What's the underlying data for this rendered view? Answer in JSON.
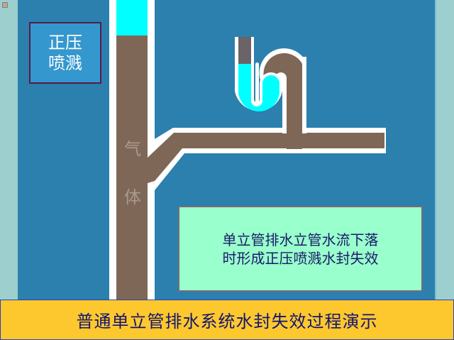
{
  "window": {
    "app_icon": "presentation-icon"
  },
  "label_box": {
    "line1": "正压",
    "line2": "喷溅"
  },
  "diagram": {
    "gas_label_1": "气",
    "gas_label_2": "体",
    "colors": {
      "background": "#2b80ae",
      "side_margin": "#9dcfce",
      "pipe_wall": "#ffffff",
      "pipe_fill": "#7f6757",
      "water": "#00ffff",
      "air_in_trap": "#6a6468"
    }
  },
  "info_box": {
    "line1": "单立管排水立管水流下落",
    "line2": "时形成正压喷溅水封失效"
  },
  "title_banner": {
    "text": "普通单立管排水系统水封失效过程演示"
  }
}
